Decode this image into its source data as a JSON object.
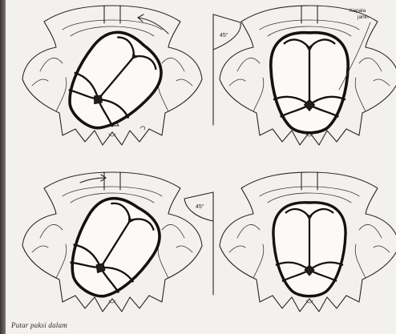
{
  "panels": [
    {
      "id": "top-left",
      "rotation_deg": 40,
      "arrow": true
    },
    {
      "id": "top-right",
      "rotation_deg": 0,
      "label": "Kepala\njanin"
    },
    {
      "id": "bottom-left",
      "rotation_deg": 30,
      "arrow": true
    },
    {
      "id": "bottom-right",
      "rotation_deg": 0
    }
  ],
  "angle_markers": [
    {
      "id": "top",
      "text": "45°"
    },
    {
      "id": "bottom",
      "text": "45°"
    }
  ],
  "label": {
    "line1": "Kepala",
    "line2": "janin"
  },
  "caption": "Putar paksi dalam",
  "colors": {
    "ink": "#151111",
    "paper": "#f3f1ee"
  }
}
